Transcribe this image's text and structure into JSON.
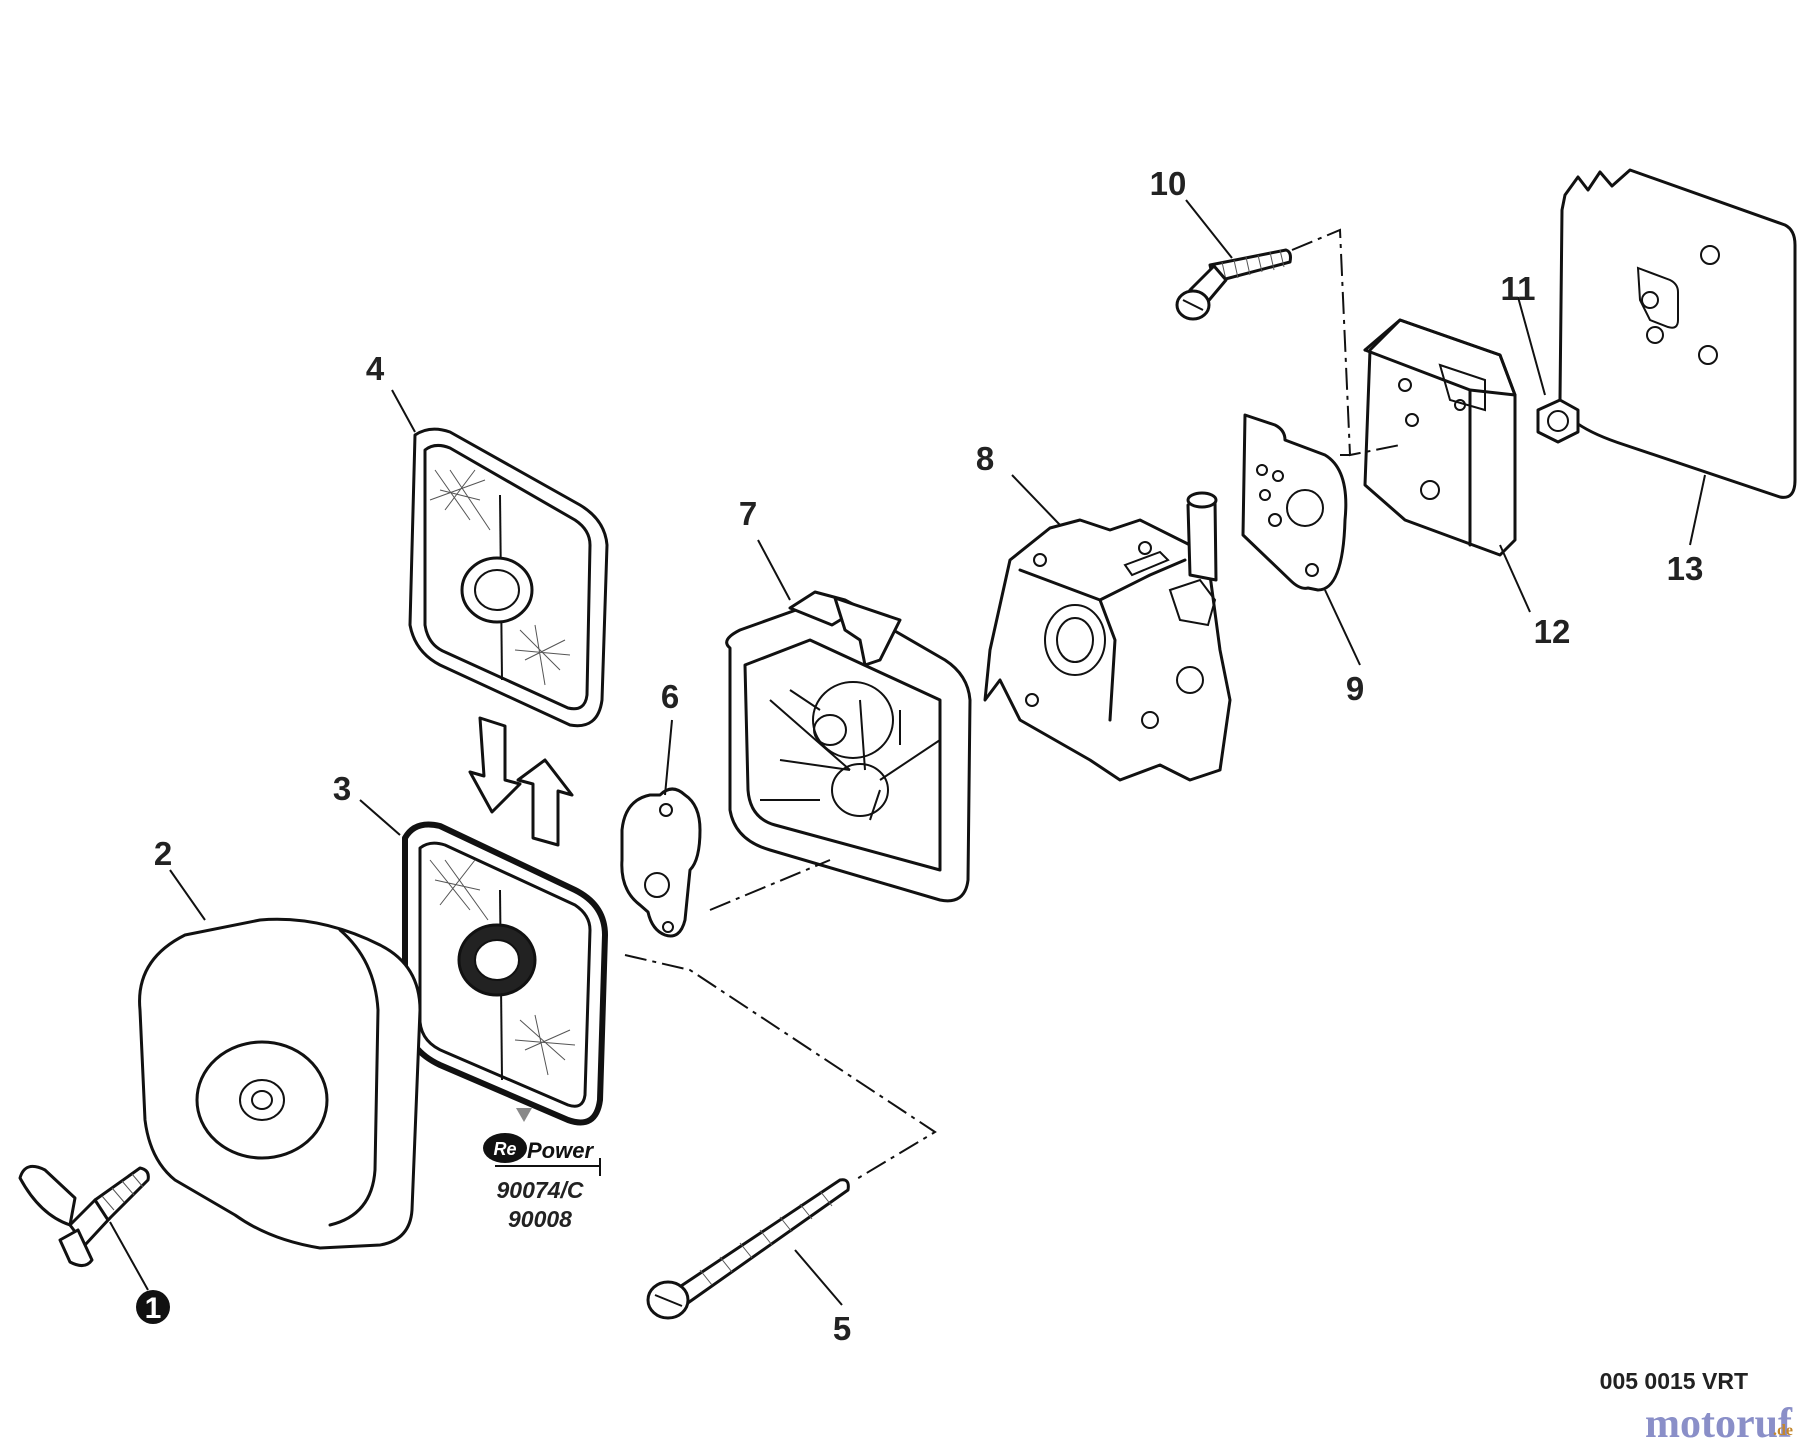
{
  "callouts": [
    {
      "id": "c1",
      "label": "1",
      "filled": true
    },
    {
      "id": "c2",
      "label": "2"
    },
    {
      "id": "c3",
      "label": "3"
    },
    {
      "id": "c4",
      "label": "4"
    },
    {
      "id": "c5",
      "label": "5"
    },
    {
      "id": "c6",
      "label": "6"
    },
    {
      "id": "c7",
      "label": "7"
    },
    {
      "id": "c8",
      "label": "8"
    },
    {
      "id": "c9",
      "label": "9"
    },
    {
      "id": "c10",
      "label": "10"
    },
    {
      "id": "c11",
      "label": "11"
    },
    {
      "id": "c12",
      "label": "12"
    },
    {
      "id": "c13",
      "label": "13"
    }
  ],
  "repower_logo": {
    "prefix": "Re",
    "name": "Power"
  },
  "part_numbers": [
    "90074/C",
    "90008"
  ],
  "diagram_code": "005 0015 VRT",
  "watermark": {
    "name": "motoruf",
    "suffix": ".de",
    "color": "#8a8fc8",
    "suffix_color": "#c4872c"
  }
}
